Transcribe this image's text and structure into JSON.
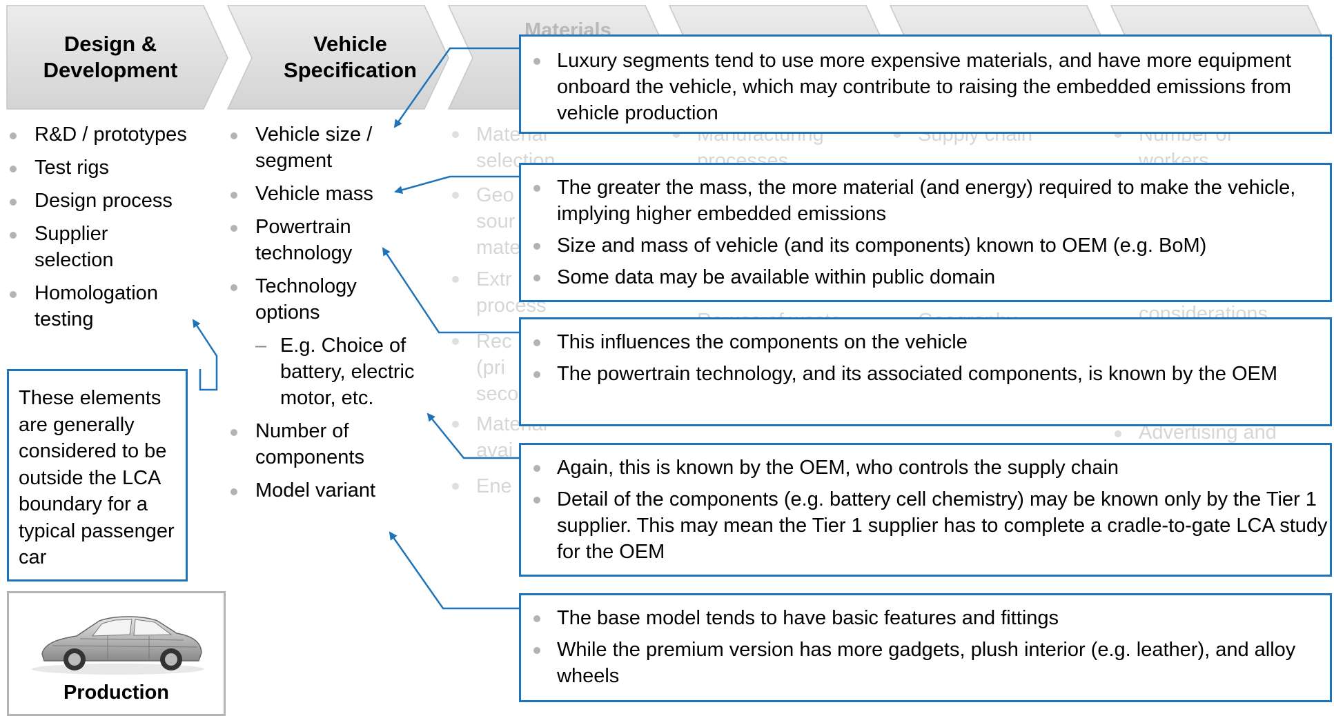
{
  "chevrons": [
    {
      "label_line1": "Design &",
      "label_line2": "Development"
    },
    {
      "label_line1": "Vehicle",
      "label_line2": "Specification"
    },
    {
      "label_partial": "Materials"
    }
  ],
  "design_list": [
    "R&D / prototypes",
    "Test rigs",
    "Design process",
    "Supplier selection",
    "Homologation testing"
  ],
  "spec_list": {
    "items": [
      "Vehicle size / segment",
      "Vehicle mass",
      "Powertrain technology",
      "Technology options"
    ],
    "sub_item": "E.g. Choice of battery, electric motor, etc.",
    "items_after": [
      "Number of components",
      "Model variant"
    ]
  },
  "background_fragments": {
    "col3": [
      "Material",
      "selection",
      "Geo",
      "sour",
      "mate",
      "Extr",
      "process",
      "Rec",
      "(pri",
      "seco",
      "Material",
      "avai",
      "Ene"
    ],
    "col4": [
      "Manufacturing",
      "processes",
      "Re-use of waste"
    ],
    "col5": [
      "Supply chain",
      "Geography"
    ],
    "col6": [
      "Number of",
      "workers",
      "considerations",
      "Advertising and"
    ]
  },
  "callouts": [
    {
      "bullets": [
        "Luxury segments tend to use more expensive materials, and have more equipment onboard the vehicle, which may contribute to raising the embedded emissions from vehicle production"
      ]
    },
    {
      "bullets": [
        "The greater the mass, the more material (and energy) required to make the vehicle, implying higher embedded emissions",
        "Size and mass of vehicle (and its components) known to OEM (e.g. BoM)",
        "Some data may be available within public domain"
      ]
    },
    {
      "bullets": [
        "This influences the components on the vehicle",
        "The powertrain technology, and its associated components, is known by the OEM"
      ]
    },
    {
      "bullets": [
        "Again, this is known by the OEM, who controls the supply chain",
        "Detail of the components (e.g. battery cell chemistry) may be known only by the Tier 1 supplier.  This may mean the Tier 1 supplier has to complete a cradle-to-gate LCA study for the OEM"
      ]
    },
    {
      "bullets": [
        "The base model tends to have basic features and fittings",
        "While the premium version has more gadgets, plush interior (e.g. leather), and alloy wheels"
      ]
    }
  ],
  "note": {
    "text": "These elements are generally considered to be outside the LCA boundary for a typical passenger car"
  },
  "production": {
    "label": "Production",
    "icon": "car-cutaway-icon"
  },
  "colors": {
    "accent": "#1f73b8",
    "chevron_fill": "#dcdcdc",
    "chevron_stroke": "#c8c8c8",
    "bullet": "#b3b3b3",
    "faded_text": "#d6d6d6"
  }
}
